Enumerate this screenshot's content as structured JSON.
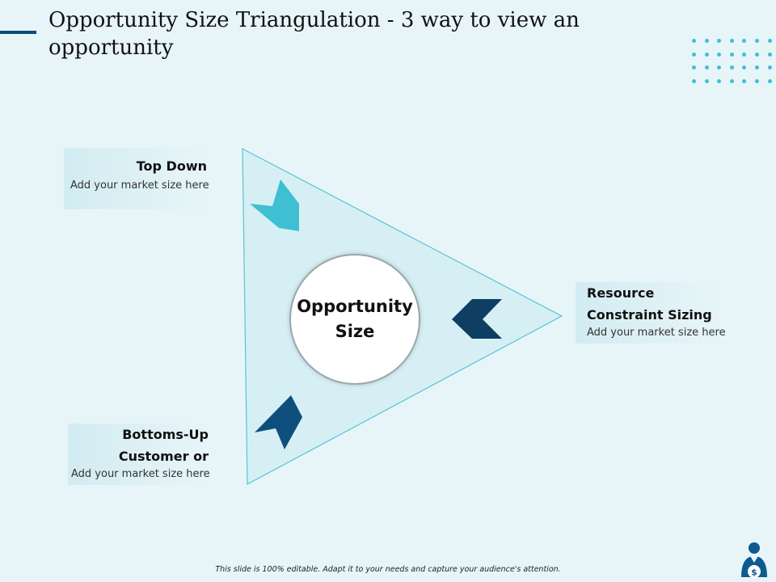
{
  "title": "Opportunity Size Triangulation - 3 way to view an opportunity",
  "center_label": "Opportunity Size",
  "nodes": [
    {
      "title": "Top Down",
      "description": "Add your market size here",
      "arrow_color": "#3fbfd2"
    },
    {
      "title": "Resource Constraint  Sizing",
      "description": "Add your market size here",
      "arrow_color": "#0e3f63"
    },
    {
      "title": "Bottoms-Up Customer or",
      "description": "Add your market size here",
      "arrow_color": "#0f4f7e"
    }
  ],
  "footer": "This slide is 100% editable. Adapt it to your needs and capture your audience's attention.",
  "icons": {
    "decoration": "dot-grid-icon",
    "footer_icon": "person-dollar-icon"
  },
  "colors": {
    "background": "#e8f5f8",
    "accent": "#0b4a7a",
    "triangle_fill": "#d6eff4",
    "triangle_stroke": "#56c4d8",
    "dots": "#3fc0d2"
  }
}
